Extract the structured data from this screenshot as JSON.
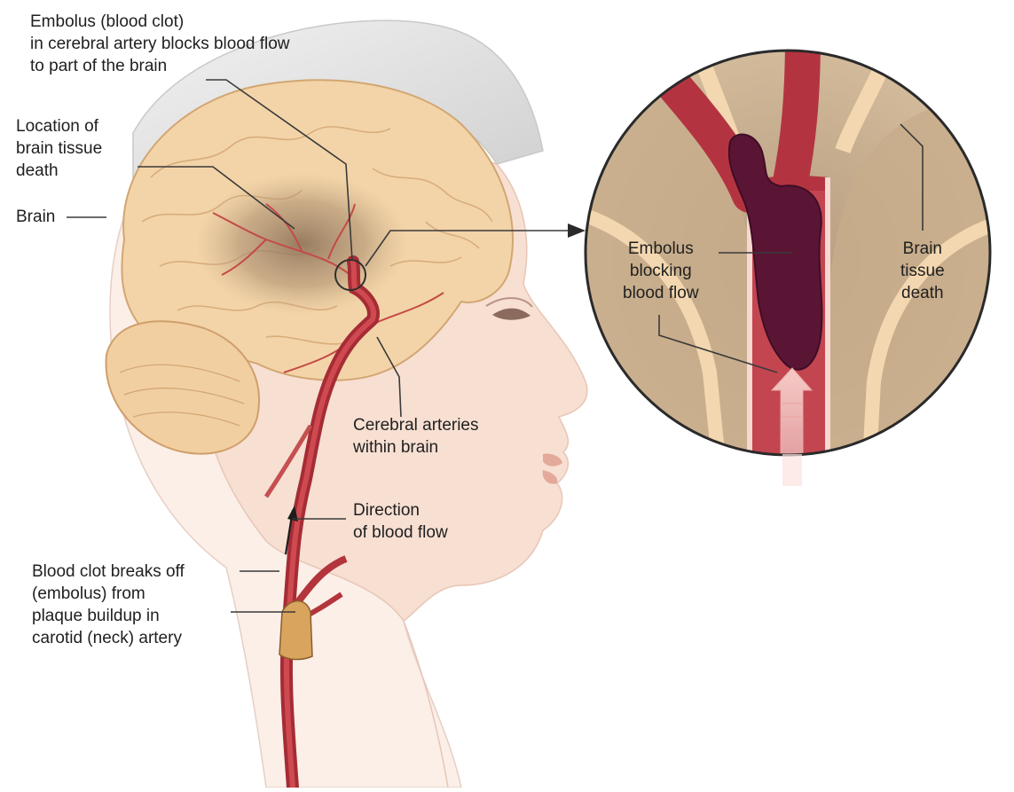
{
  "labels": {
    "embolus_cerebral": [
      "Embolus (blood clot)",
      "in cerebral artery blocks blood flow",
      "to part of the brain"
    ],
    "location_death": [
      "Location of",
      "brain tissue",
      "death"
    ],
    "brain": "Brain",
    "cerebral_arteries": [
      "Cerebral arteries",
      "within brain"
    ],
    "direction_flow": [
      "Direction",
      "of blood flow"
    ],
    "clot_breaks_off": [
      "Blood clot breaks off",
      "(embolus) from",
      "plaque buildup in",
      "carotid (neck) artery"
    ],
    "embolus_blocking": [
      "Embolus",
      "blocking",
      "blood flow"
    ],
    "brain_tissue_death": [
      "Brain",
      "tissue",
      "death"
    ]
  },
  "colors": {
    "artery": "#b8333d",
    "artery_dark": "#7e1f27",
    "clot": "#5a1535",
    "brain": "#f2d3a6",
    "skin": "#f6ddd0",
    "hair": "#e4e4e4",
    "necrosis": "#a5876a",
    "plaque": "#d9a55e",
    "line": "#3a3a3a"
  }
}
